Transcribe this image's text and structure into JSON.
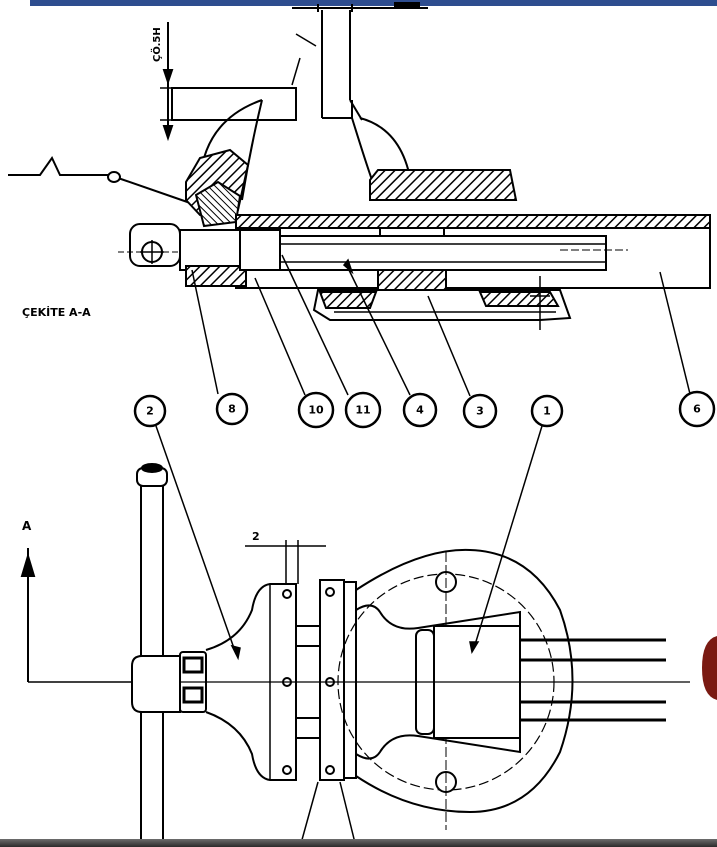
{
  "section_label": "ÇEKİTE A-A",
  "view_marker": "A",
  "dimension_value": "2",
  "vertical_dimension_text": "ÇÖ.5H",
  "balloons": [
    "2",
    "8",
    "10",
    "11",
    "4",
    "3",
    "1",
    "6"
  ],
  "colors": {
    "header_bar": "#2e4d8f",
    "ink": "#000000",
    "edge_blob": "#7a1a12"
  }
}
